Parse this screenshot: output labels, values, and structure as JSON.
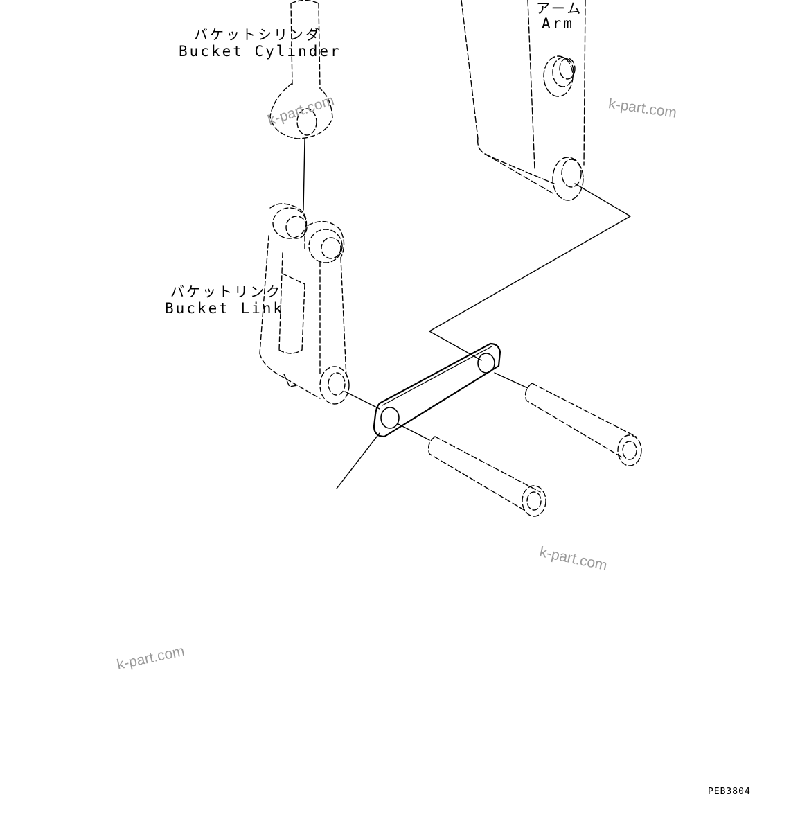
{
  "labels": {
    "bucket_cylinder_jp": "バケットシリンダ",
    "bucket_cylinder_en": "Bucket Cylinder",
    "arm_jp": "アーム",
    "arm_en": "Arm",
    "bucket_link_jp": "バケットリンク",
    "bucket_link_en": "Bucket Link"
  },
  "watermark": "k-part.com",
  "drawing_code": "PEB3804",
  "colors": {
    "line": "#000000",
    "watermark": "#9a9a9a",
    "background": "#ffffff"
  }
}
